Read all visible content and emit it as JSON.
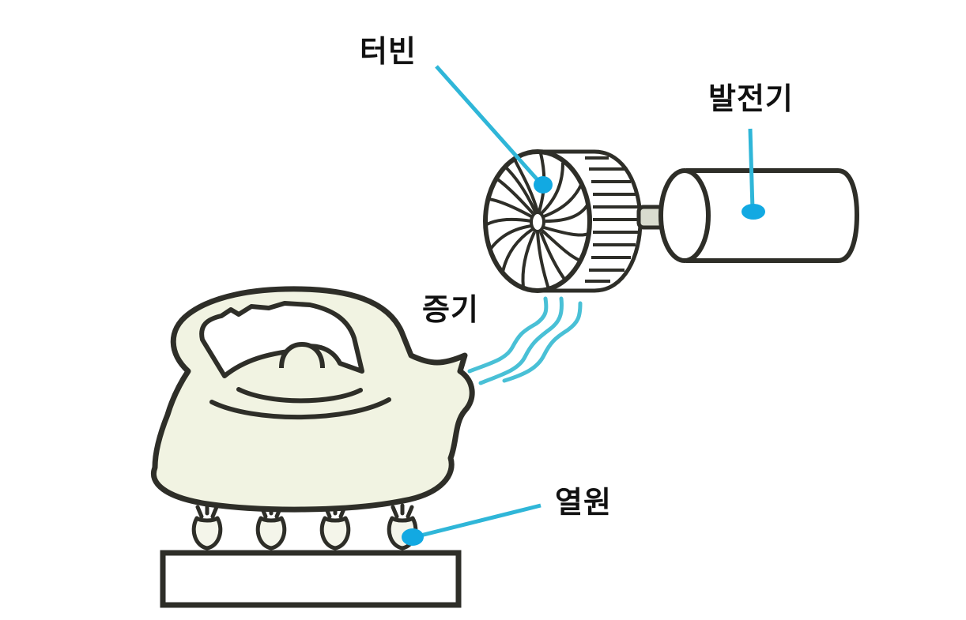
{
  "diagram": {
    "type": "steam-power-generation",
    "labels": {
      "turbine": "터빈",
      "generator": "발전기",
      "steam": "증기",
      "heat_source": "열원"
    },
    "colors": {
      "outline": "#2e2e28",
      "kettle_fill": "#f1f3e2",
      "pointer": "#2fb6d8",
      "marker": "#12a9e2",
      "steam": "#49c0d6",
      "background": "#ffffff"
    }
  }
}
